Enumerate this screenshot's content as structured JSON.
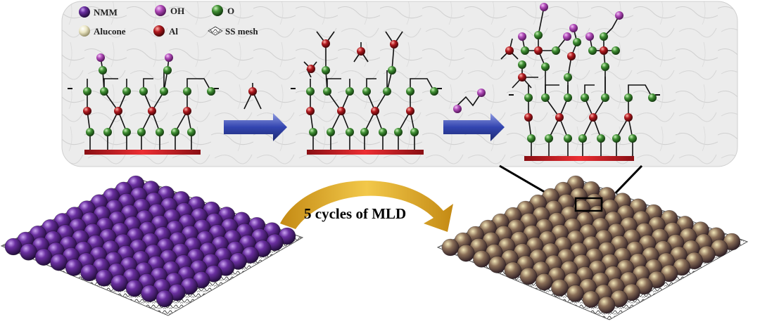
{
  "legend": {
    "nmm": "NMM",
    "oh": "OH",
    "o": "O",
    "alucone": "Alucone",
    "al": "Al",
    "ss_mesh": "SS mesh"
  },
  "process_label": "5 cycles of MLD",
  "colors": {
    "nmm": "#5b2a86",
    "oh": "#b04ab8",
    "o": "#2f7a2a",
    "al": "#a0161a",
    "alucone": "#e8e4c0",
    "substrate_bar": "#d8262c",
    "arrow": "#3d4fb0",
    "curved_arrow": "#d7a01e",
    "coated_sphere": "#6e5a44"
  },
  "icons": [
    "nmm-sphere-icon",
    "oh-sphere-icon",
    "o-sphere-icon",
    "alucone-sphere-icon",
    "al-sphere-icon",
    "ss-mesh-icon"
  ]
}
